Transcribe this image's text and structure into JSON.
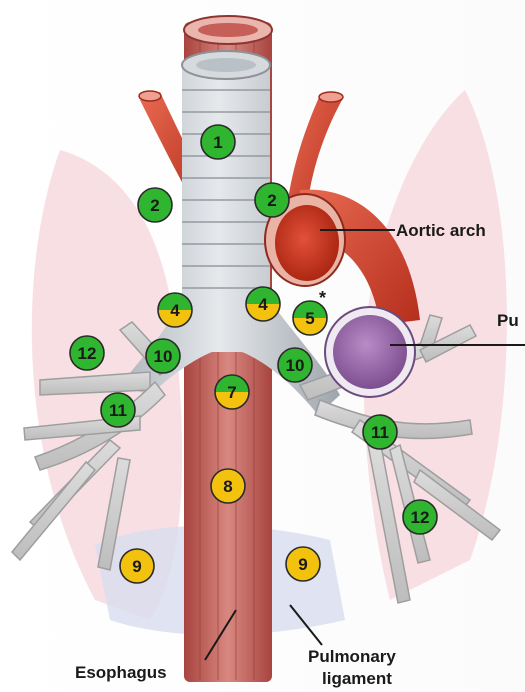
{
  "labels": {
    "aortic_arch": "Aortic arch",
    "pulmonary_cut": "Pu",
    "esophagus": "Esophagus",
    "pulmonary_ligament_line1": "Pulmonary",
    "pulmonary_ligament_line2": "ligament",
    "asterisk": "*"
  },
  "stations": [
    {
      "id": "1",
      "text": "1",
      "color": "green"
    },
    {
      "id": "2L",
      "text": "2",
      "color": "green"
    },
    {
      "id": "2R",
      "text": "2",
      "color": "green"
    },
    {
      "id": "4L",
      "text": "4",
      "color": "split"
    },
    {
      "id": "4R",
      "text": "4",
      "color": "split"
    },
    {
      "id": "5",
      "text": "5",
      "color": "split"
    },
    {
      "id": "12L",
      "text": "12",
      "color": "green"
    },
    {
      "id": "10L",
      "text": "10",
      "color": "green"
    },
    {
      "id": "10R",
      "text": "10",
      "color": "green"
    },
    {
      "id": "7",
      "text": "7",
      "color": "split"
    },
    {
      "id": "11L",
      "text": "11",
      "color": "green"
    },
    {
      "id": "11R",
      "text": "11",
      "color": "green"
    },
    {
      "id": "8",
      "text": "8",
      "color": "yellow"
    },
    {
      "id": "12R",
      "text": "12",
      "color": "green"
    },
    {
      "id": "9L",
      "text": "9",
      "color": "yellow"
    },
    {
      "id": "9R",
      "text": "9",
      "color": "yellow"
    }
  ],
  "colors": {
    "green": "#2fb52f",
    "yellow": "#f2c20f",
    "node_stroke": "#2a2a2a",
    "aorta": "#d6452f",
    "pulmonary_artery": "#9a6aa8",
    "trachea": "#c9ced3",
    "esophagus": "#c9665f",
    "lung": "#f7d9de"
  }
}
